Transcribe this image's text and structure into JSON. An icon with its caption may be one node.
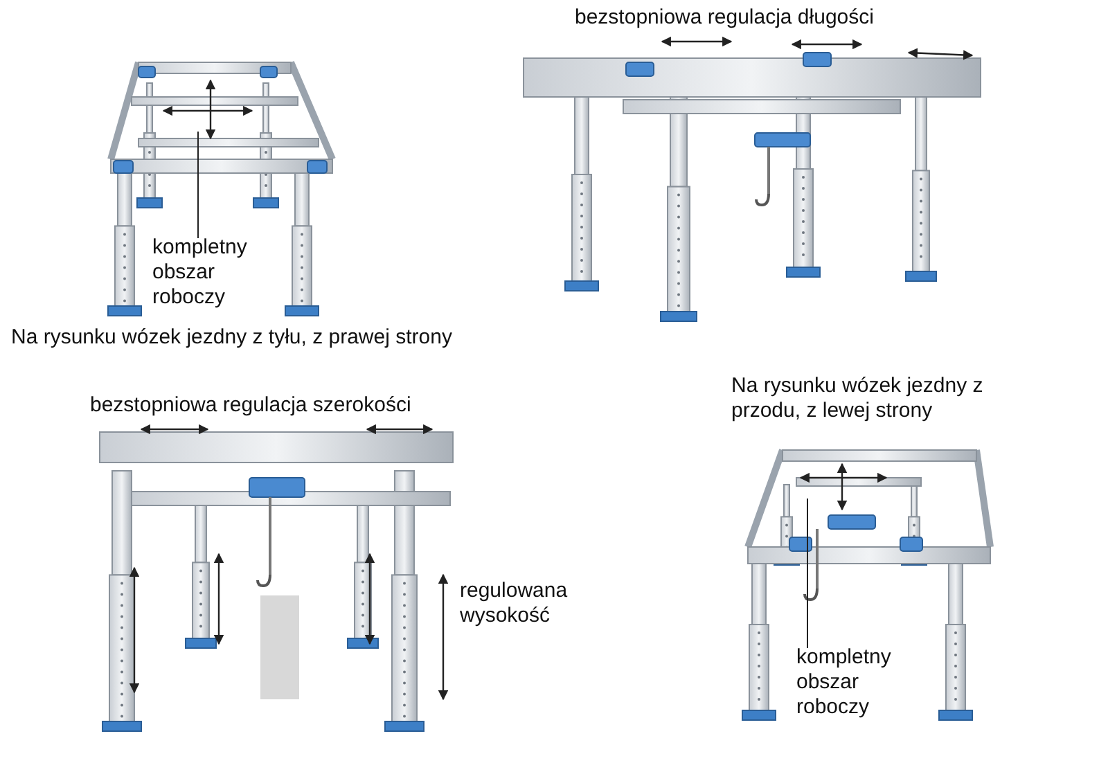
{
  "diagram": {
    "nodes": [
      {
        "text": [
          "kompletny obszar roboczy"
        ]
      },
      {
        "text": [
          "kompletny obszar roboczy"
        ]
      }
    ],
    "edges": [
      {
        "from": 0,
        "to": null,
        "arrow": "none"
      },
      {
        "from": 1,
        "to": null,
        "arrow": "none"
      }
    ],
    "labels": [
      "bezstopniowa regulacja długości",
      "Na rysunku wózek jezdny z tyłu, z prawej strony",
      "bezstopniowa regulacja szerokości",
      "Na rysunku wózek jezdny z przodu, z lewej strony",
      "regulowana wysokość"
    ]
  }
}
